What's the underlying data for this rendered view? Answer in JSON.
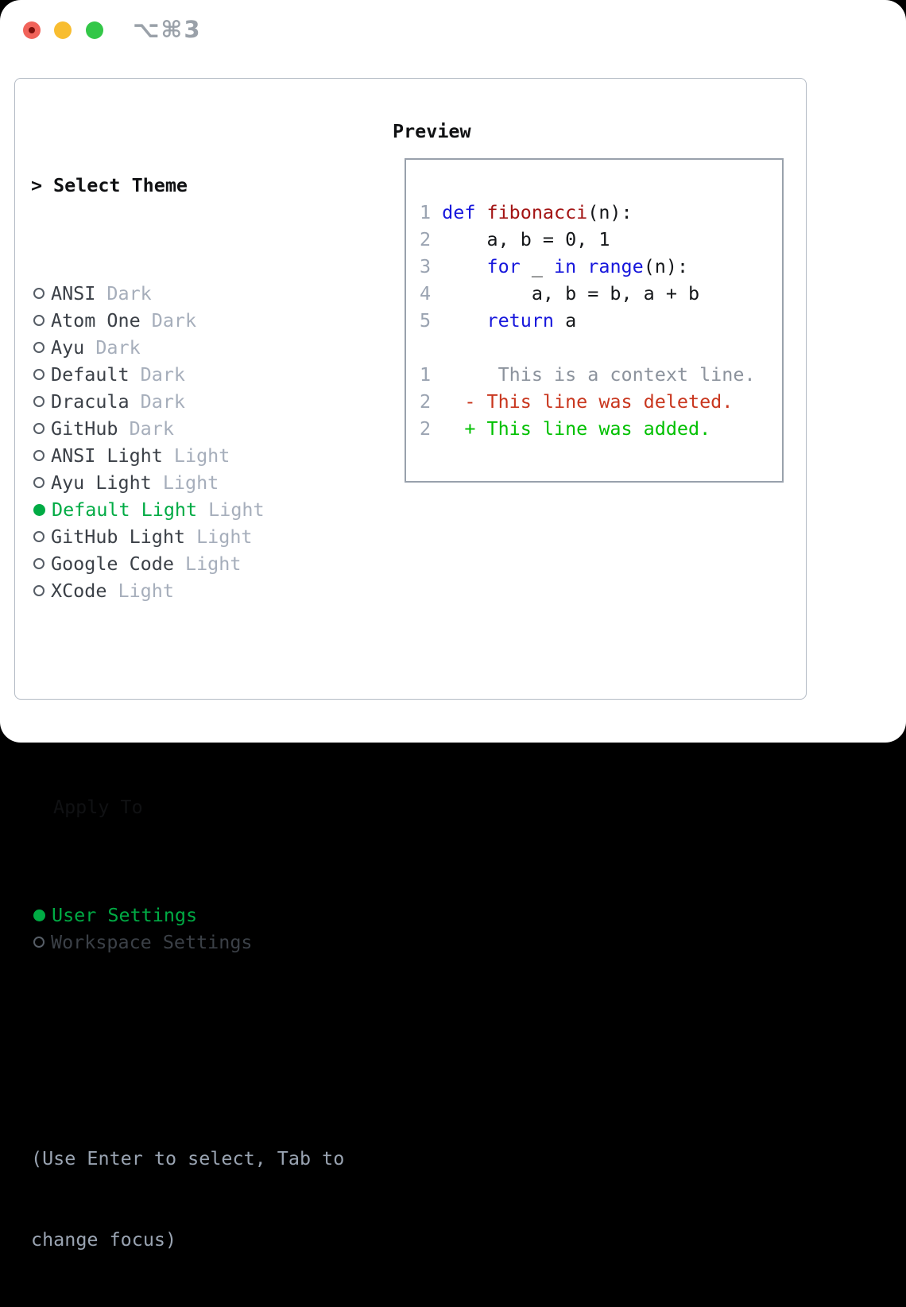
{
  "titlebar": {
    "shortcut_label": "⌥⌘3"
  },
  "panel": {
    "select_theme": {
      "prompt_char": ">",
      "title": "Select Theme",
      "items": [
        {
          "name": "ANSI",
          "variant": "Dark",
          "selected": false
        },
        {
          "name": "Atom One",
          "variant": "Dark",
          "selected": false
        },
        {
          "name": "Ayu",
          "variant": "Dark",
          "selected": false
        },
        {
          "name": "Default",
          "variant": "Dark",
          "selected": false
        },
        {
          "name": "Dracula",
          "variant": "Dark",
          "selected": false
        },
        {
          "name": "GitHub",
          "variant": "Dark",
          "selected": false
        },
        {
          "name": "ANSI Light",
          "variant": "Light",
          "selected": false
        },
        {
          "name": "Ayu Light",
          "variant": "Light",
          "selected": false
        },
        {
          "name": "Default Light",
          "variant": "Light",
          "selected": true
        },
        {
          "name": "GitHub Light",
          "variant": "Light",
          "selected": false
        },
        {
          "name": "Google Code",
          "variant": "Light",
          "selected": false
        },
        {
          "name": "XCode",
          "variant": "Light",
          "selected": false
        }
      ]
    },
    "apply_to": {
      "title": "Apply To",
      "options": [
        {
          "name": "User Settings",
          "selected": true
        },
        {
          "name": "Workspace Settings",
          "selected": false
        }
      ]
    },
    "help_lines": [
      "(Use Enter to select, Tab to",
      "change focus)"
    ]
  },
  "preview": {
    "title": "Preview",
    "code_lines": [
      {
        "lineno": "1",
        "tokens": [
          {
            "t": "def ",
            "c": "kw"
          },
          {
            "t": "fibonacci",
            "c": "fn"
          },
          {
            "t": "(n):",
            "c": "plain"
          }
        ]
      },
      {
        "lineno": "2",
        "tokens": [
          {
            "t": "    a, b = 0, 1",
            "c": "plain"
          }
        ]
      },
      {
        "lineno": "3",
        "tokens": [
          {
            "t": "    ",
            "c": "plain"
          },
          {
            "t": "for",
            "c": "kw"
          },
          {
            "t": " _ ",
            "c": "plain"
          },
          {
            "t": "in",
            "c": "kw"
          },
          {
            "t": " ",
            "c": "plain"
          },
          {
            "t": "range",
            "c": "kw"
          },
          {
            "t": "(n):",
            "c": "plain"
          }
        ]
      },
      {
        "lineno": "4",
        "tokens": [
          {
            "t": "        a, b = b, a + b",
            "c": "plain"
          }
        ]
      },
      {
        "lineno": "5",
        "tokens": [
          {
            "t": "    ",
            "c": "plain"
          },
          {
            "t": "return",
            "c": "kw"
          },
          {
            "t": " a",
            "c": "plain"
          }
        ]
      }
    ],
    "diff_lines": [
      {
        "lineno": "1",
        "kind": "context",
        "text": "      This is a context line."
      },
      {
        "lineno": "2",
        "kind": "deleted",
        "text": "   - This line was deleted."
      },
      {
        "lineno": "2",
        "kind": "added",
        "text": "   + This line was added."
      }
    ]
  },
  "colors": {
    "selected_green": "#00ab44",
    "diff_added_green": "#00c000",
    "diff_deleted_red": "#c9371f",
    "diff_context_gray": "#8c939d",
    "keyword_blue": "#1717dc",
    "function_red": "#a31414",
    "line_number_gray": "#9aa3b1",
    "badge_gray": "#a6aebb",
    "help_gray": "#99a3b1",
    "panel_border": "#b3bac4",
    "preview_border": "#99a1ac",
    "traffic_close": "#f1635a",
    "traffic_minimize": "#f8bd30",
    "traffic_zoom": "#33c748"
  }
}
